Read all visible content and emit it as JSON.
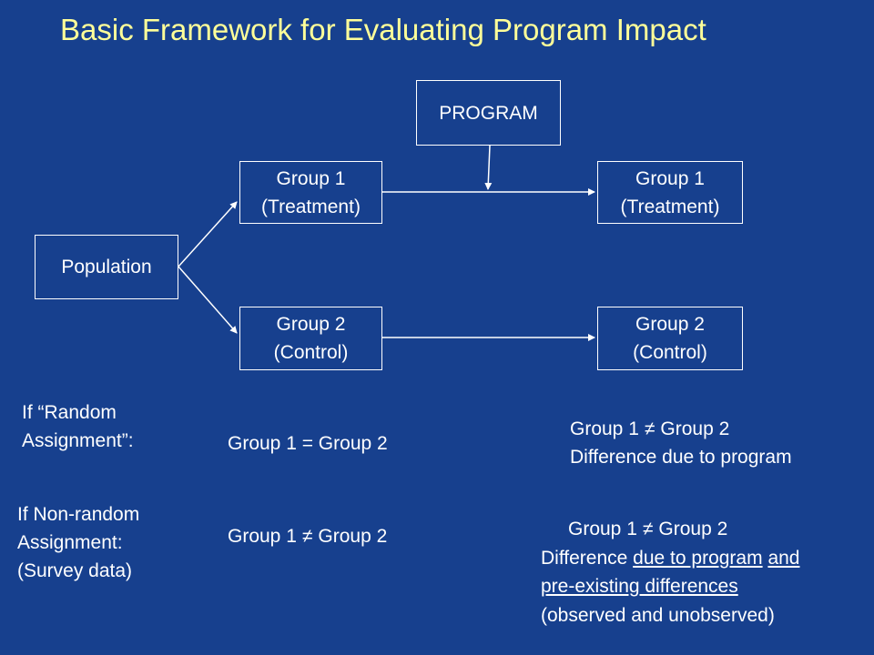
{
  "title": "Basic Framework for Evaluating Program Impact",
  "boxes": {
    "program": "PROGRAM",
    "group1_left": [
      "Group 1",
      "(Treatment)"
    ],
    "group1_right": [
      "Group 1",
      "(Treatment)"
    ],
    "population": "Population",
    "group2_left": [
      "Group 2",
      "(Control)"
    ],
    "group2_right": [
      "Group 2",
      "(Control)"
    ]
  },
  "random": {
    "label": [
      "If “Random",
      "Assignment”:"
    ],
    "before": "Group 1 = Group 2",
    "after_left": "Group 1",
    "after_neq": "≠",
    "after_right": "Group 2",
    "after_line2": "Difference due to program"
  },
  "nonrandom": {
    "label": [
      "If Non-random",
      "Assignment:",
      "(Survey data)"
    ],
    "before_left": "Group 1",
    "before_neq": "≠",
    "before_right": "Group 2",
    "after_left": "Group 1",
    "after_neq": "≠",
    "after_right": "Group 2",
    "after_line2_a": "Difference ",
    "after_line2_b": "due to program",
    "after_line2_c": " ",
    "after_line2_d": "and",
    "after_line3": "pre-existing differences",
    "after_line4": "(observed and unobserved)"
  },
  "colors": {
    "background": "#17408e",
    "title": "#ffff99",
    "text": "#ffffff"
  }
}
